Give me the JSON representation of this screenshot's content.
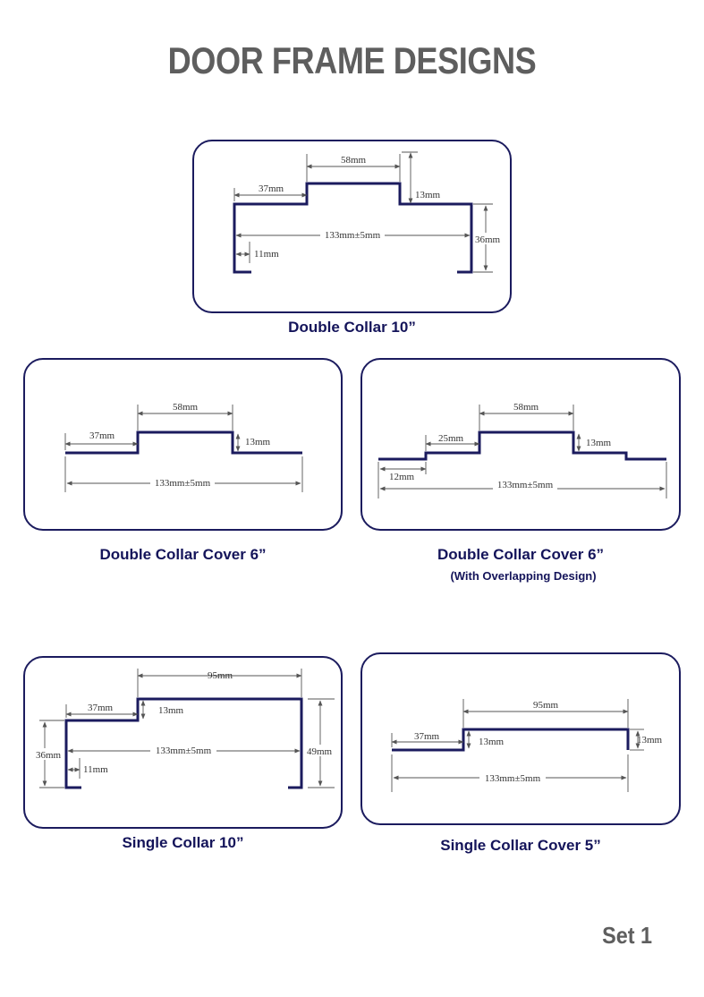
{
  "page": {
    "title": "DOOR FRAME DESIGNS",
    "set_label": "Set 1"
  },
  "colors": {
    "profile": "#1b1b5e",
    "panel_border": "#1b1b5e",
    "caption": "#14145a",
    "title": "#5e5e5e"
  },
  "designs": [
    {
      "caption": "Double Collar 10”",
      "dims": [
        "58mm",
        "37mm",
        "13mm",
        "133mm±5mm",
        "36mm",
        "11mm"
      ]
    },
    {
      "caption": "Double Collar Cover 6”",
      "dims": [
        "58mm",
        "37mm",
        "13mm",
        "133mm±5mm"
      ]
    },
    {
      "caption": "Double Collar Cover 6”",
      "subcaption": "(With Overlapping  Design)",
      "dims": [
        "58mm",
        "25mm",
        "13mm",
        "12mm",
        "133mm±5mm"
      ]
    },
    {
      "caption": "Single Collar 10”",
      "dims": [
        "95mm",
        "37mm",
        "13mm",
        "36mm",
        "133mm±5mm",
        "49mm",
        "11mm"
      ]
    },
    {
      "caption": "Single Collar Cover 5”",
      "dims": [
        "95mm",
        "37mm",
        "13mm",
        "13mm",
        "133mm±5mm"
      ]
    }
  ]
}
